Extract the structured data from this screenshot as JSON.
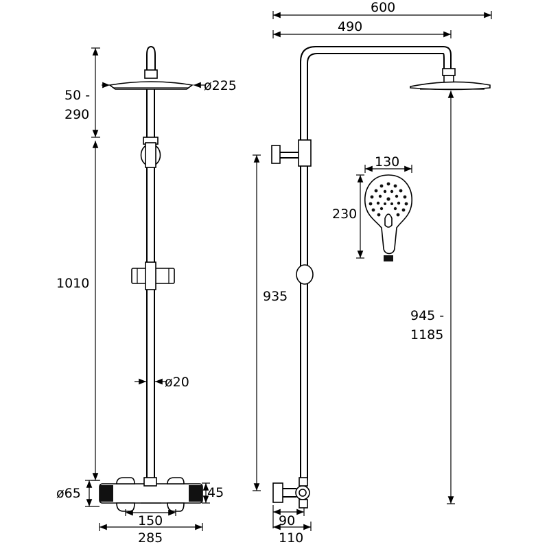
{
  "dimensions": {
    "front_view": {
      "arm_height": "50 -\n290",
      "head_diameter": "ø225",
      "rail_height": "1010",
      "rail_diameter": "ø20",
      "valve_diameter": "ø65",
      "valve_height": "45",
      "valve_centres": "150",
      "valve_width": "285"
    },
    "side_view": {
      "projection_total": "600",
      "projection_arm": "490",
      "hand_shower_width": "130",
      "hand_shower_length": "230",
      "outlet_height": "935",
      "head_height": "945 -\n1185",
      "wall_to_rail": "90",
      "wall_to_valve": "110"
    }
  },
  "colors": {
    "line": "#000000",
    "background": "#ffffff"
  }
}
